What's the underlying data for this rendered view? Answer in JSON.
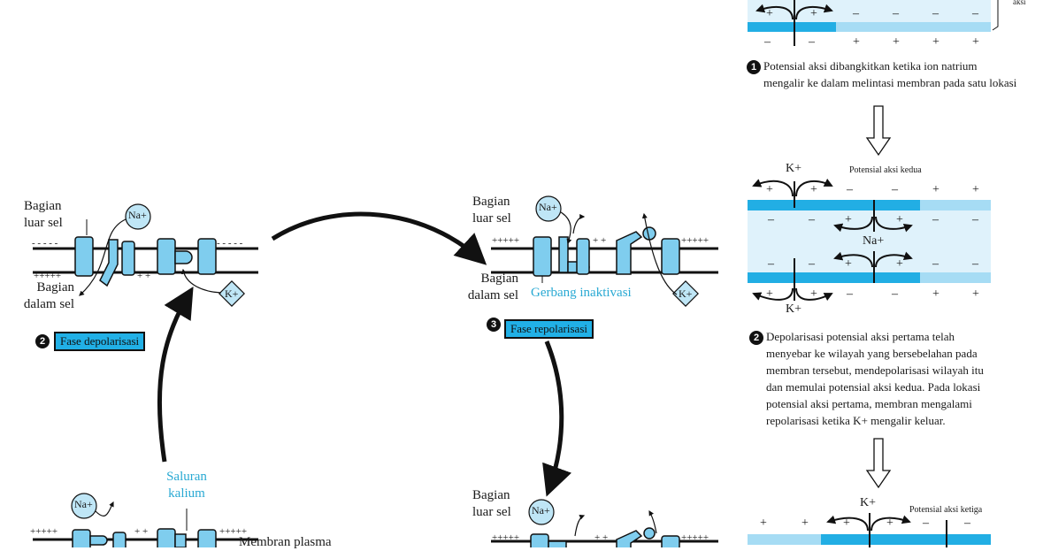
{
  "left_panel": {
    "stage2": {
      "outside_label": "Bagian\nluar sel",
      "inside_label": "Bagian\ndalam sel",
      "top_charges": "- - - - -",
      "top_charges_right": "- - - - -",
      "bottom_charges": "+++++",
      "bottom_charges_mid": "+ +",
      "na_label": "Na+",
      "k_label": "K+",
      "phase_number": "2",
      "phase_label": "Fase depolarisasi"
    },
    "stage3": {
      "outside_label": "Bagian\nluar sel",
      "inside_label": "Bagian\ndalam sel",
      "top_charges": "+++++",
      "top_charges_mid": "+ +",
      "top_charges_right": "+++++",
      "gate_label": "Gerbang inaktivasi",
      "na_label": "Na+",
      "k_label": "K+",
      "phase_number": "3",
      "phase_label": "Fase repolarisasi"
    },
    "stage1": {
      "potassium_channel_label": "Saluran\nkalium",
      "membrane_label": "Membran plasma",
      "top_charges": "+++++",
      "top_charges_mid": "+ +",
      "top_charges_right": "+++++",
      "na_label": "Na+"
    },
    "stage4": {
      "outside_label": "Bagian\nluar sel",
      "top_charges": "+++++",
      "top_charges_mid": "+ +",
      "top_charges_right": "+++++",
      "na_label": "Na+"
    }
  },
  "right_panel": {
    "step1": {
      "number": "1",
      "text": "Potensial aksi dibangkitkan ketika ion natrium mengalir ke dalam melintasi membran pada satu lokasi",
      "corner_label": "aksi"
    },
    "step2": {
      "number": "2",
      "second_ap_label": "Potensial aksi kedua",
      "k_label": "K+",
      "na_label": "Na+",
      "text_lines": [
        "Depolarisasi potensial aksi pertama telah",
        "menyebar ke wilayah yang bersebelahan pada",
        "membran tersebut, mendepolarisasi wilayah itu",
        "dan memulai potensial aksi kedua. Pada lokasi",
        "potensial aksi pertama, membran mengalami",
        "repolarisasi ketika K+ mengalir keluar."
      ]
    },
    "step3": {
      "third_ap_label": "Potensial aksi ketiga",
      "k_label": "K+"
    }
  },
  "colors": {
    "channel_fill": "#7fcdee",
    "membrane_band_dark": "#22aee4",
    "membrane_band_light": "#a6dcf4",
    "cytoplasm_light": "#dff2fb",
    "phase_bg": "#21b0e6",
    "accent_text": "#29a9d3"
  }
}
